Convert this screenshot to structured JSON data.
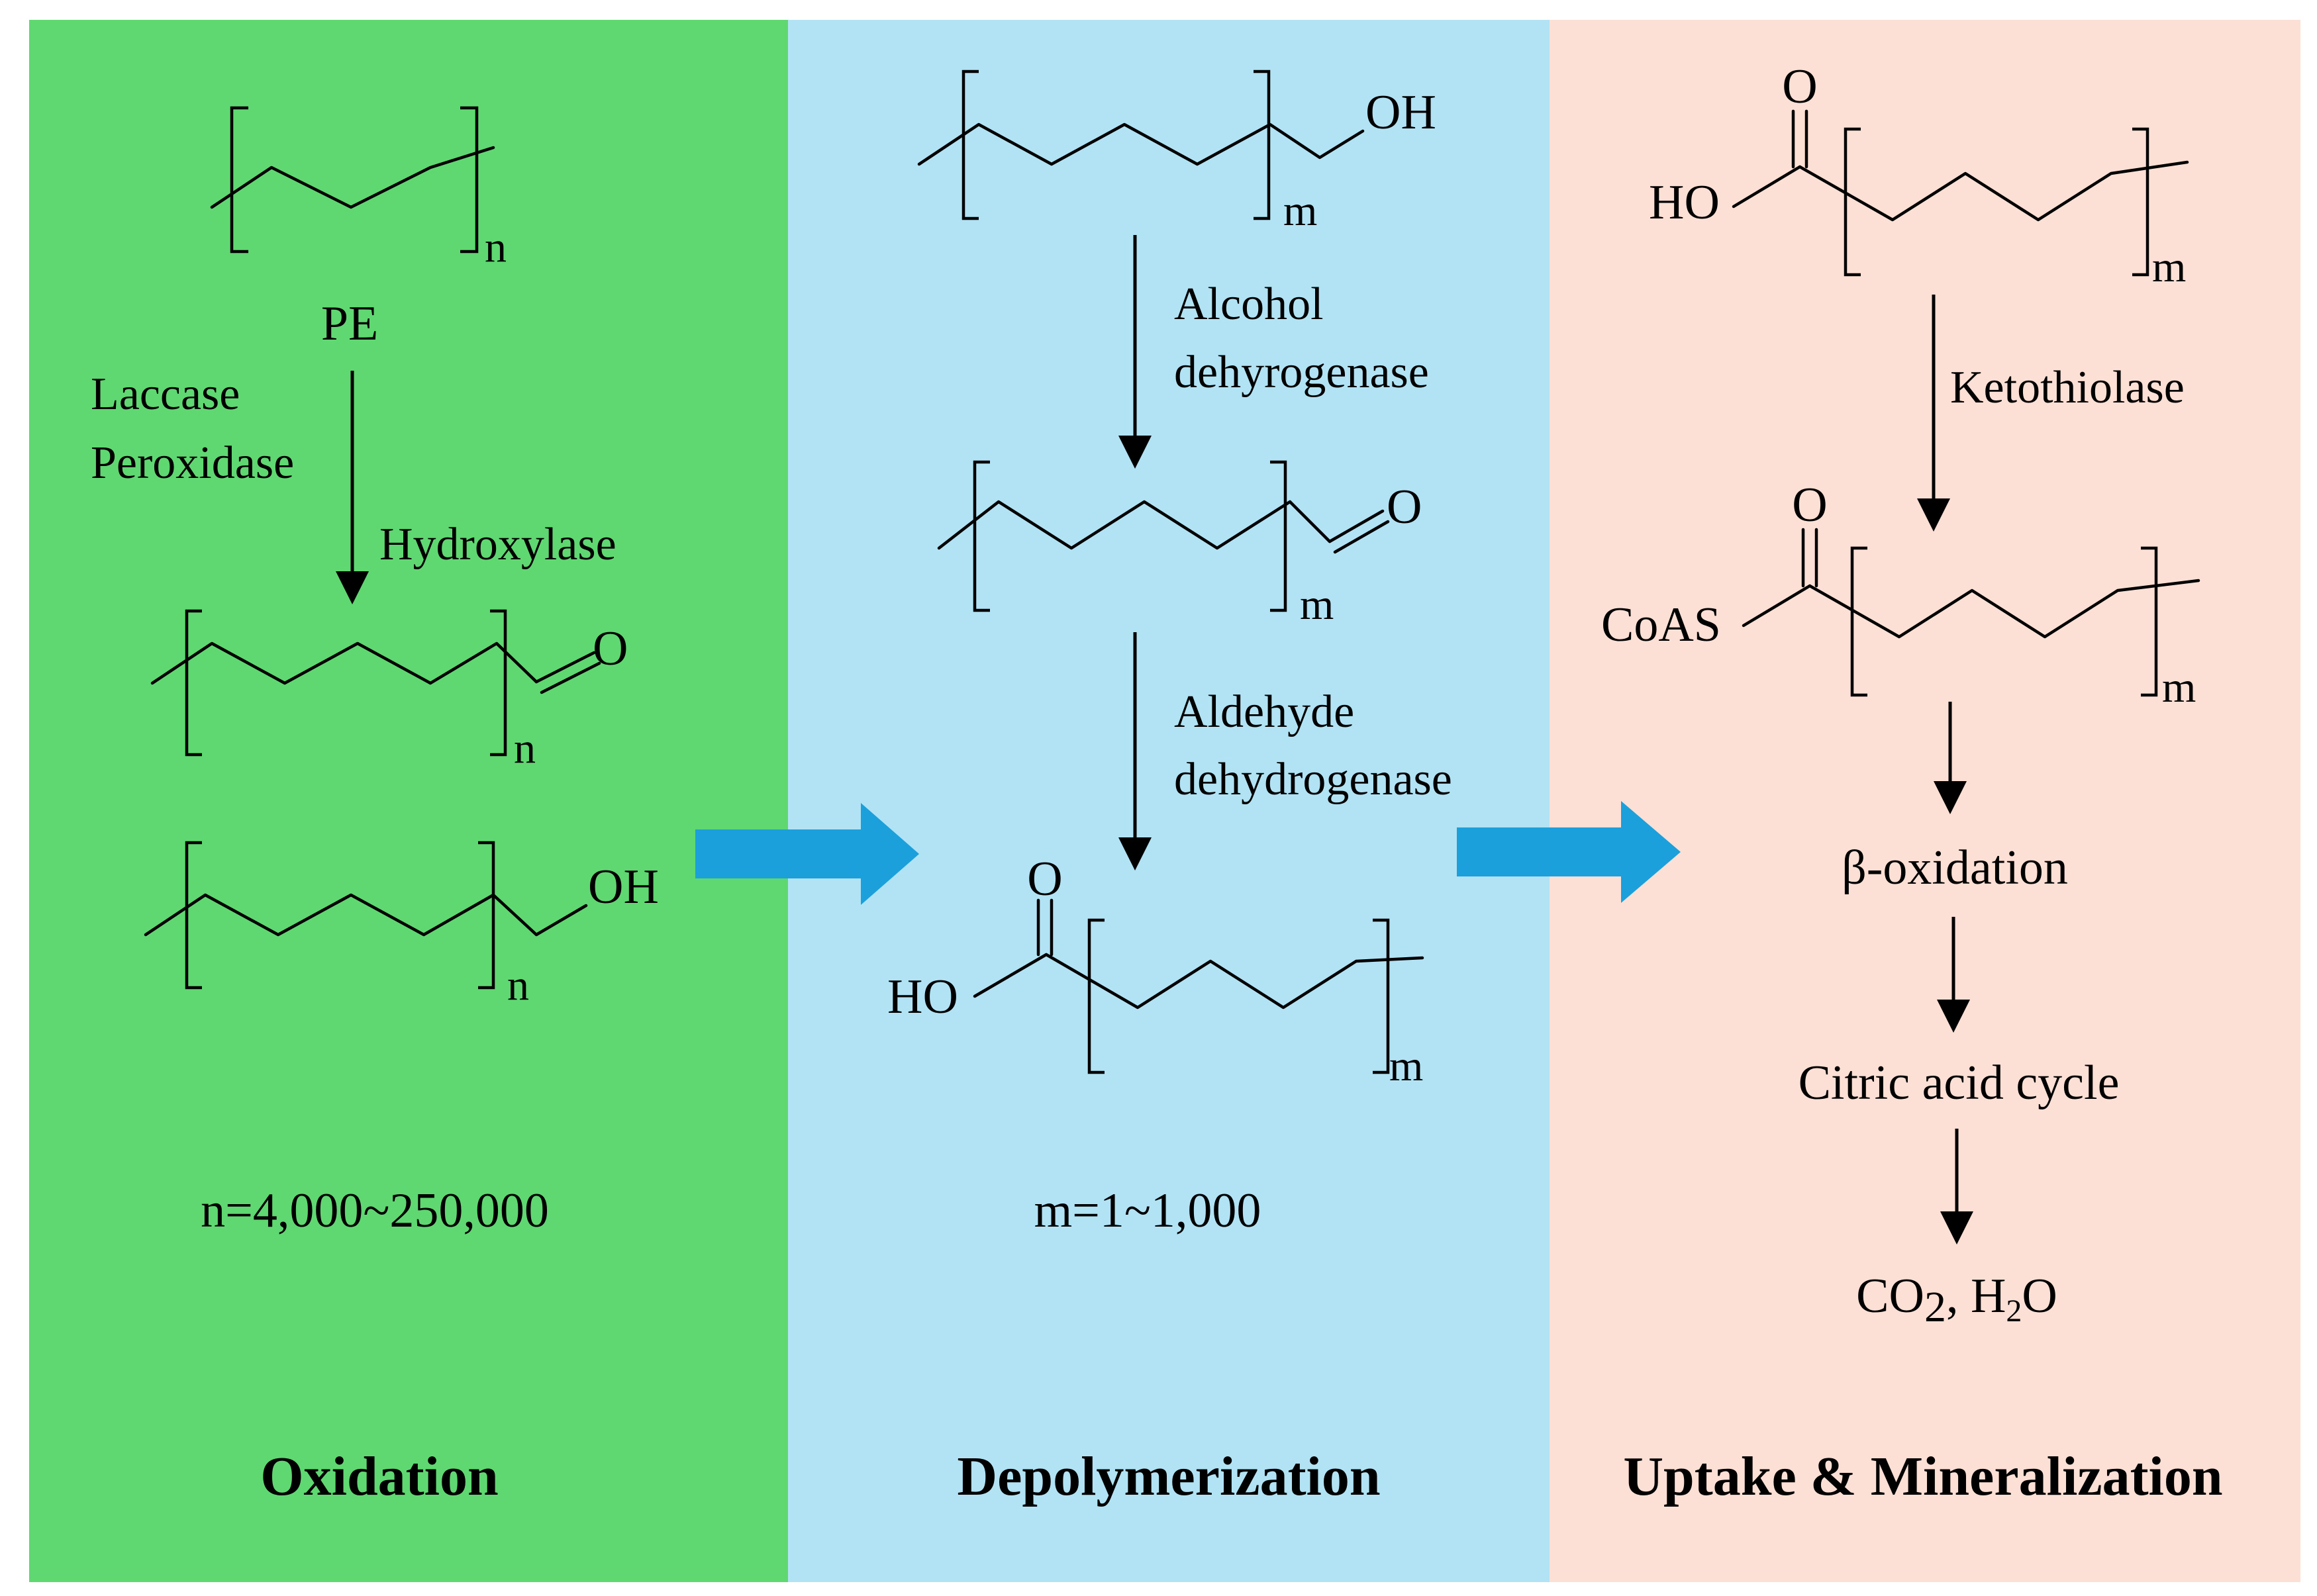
{
  "panels": {
    "oxidation": {
      "title": "Oxidation",
      "color": "#5fd871"
    },
    "depolymerization": {
      "title": "Depolymerization",
      "color": "#b1e3f5"
    },
    "mineralization": {
      "title": "Uptake & Mineralization",
      "color": "#fde0d5"
    }
  },
  "oxidation": {
    "pe_label": "PE",
    "pe_sub": "n",
    "enzyme_1": "Laccase",
    "enzyme_2": "Peroxidase",
    "enzyme_3": "Hydroxylase",
    "aldehyde_O": "O",
    "aldehyde_sub": "n",
    "alcohol_OH": "OH",
    "alcohol_sub": "n",
    "range": "n=4,000~250,000"
  },
  "depolymerization": {
    "alcohol_OH": "OH",
    "alcohol_sub": "m",
    "enzyme_1a": "Alcohol",
    "enzyme_1b": "dehyrogenase",
    "aldehyde_O": "O",
    "aldehyde_sub": "m",
    "enzyme_2a": "Aldehyde",
    "enzyme_2b": "dehydrogenase",
    "acid_O": "O",
    "acid_HO": "HO",
    "acid_sub": "m",
    "range": "m=1~1,000"
  },
  "mineralization": {
    "acid_O": "O",
    "acid_HO": "HO",
    "acid_sub": "m",
    "enzyme": "Ketothiolase",
    "coa_O": "O",
    "coa_label": "CoAS",
    "coa_sub": "m",
    "step_1": "β-oxidation",
    "step_2": "Citric acid cycle",
    "co2_main": "CO",
    "co2_sub": "2",
    "h2o_main": ", H",
    "h2o_sub": "2",
    "h2o_end": "O"
  },
  "colors": {
    "flow_arrow": "#1ba0dc"
  }
}
